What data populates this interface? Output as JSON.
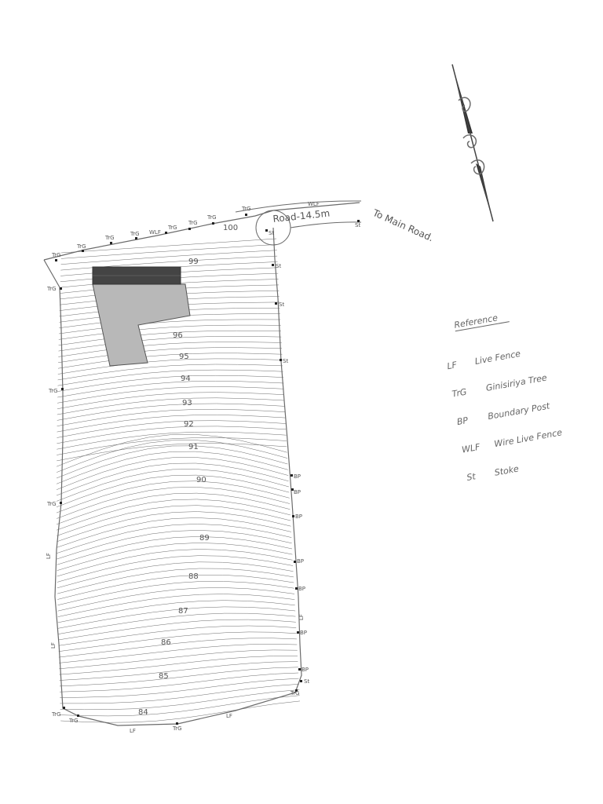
{
  "road": {
    "label": "Road-14.5m",
    "direction": "To Main Road."
  },
  "reference": {
    "title": "Reference",
    "entries": [
      {
        "code": "LF",
        "meaning": "Live Fence"
      },
      {
        "code": "TrG",
        "meaning": "Ginisiriya Tree"
      },
      {
        "code": "BP",
        "meaning": "Boundary Post"
      },
      {
        "code": "WLF",
        "meaning": "Wire Live Fence"
      },
      {
        "code": "St",
        "meaning": "Stoke"
      }
    ]
  },
  "contours": [
    "100",
    "99",
    "96",
    "95",
    "94",
    "93",
    "92",
    "91",
    "90",
    "89",
    "88",
    "87",
    "86",
    "85",
    "84"
  ],
  "boundary_marks": {
    "TrG": "TrG",
    "St": "St",
    "BP": "BP",
    "LF": "LF",
    "WLF": "WLF",
    "WF": "WLF",
    "IF": "LF"
  },
  "colors": {
    "ink": "#6b6b6b",
    "building_dark": "#444444",
    "building_light": "#b8b8b8"
  },
  "icons": {
    "north_arrow": "north-arrow-icon"
  }
}
